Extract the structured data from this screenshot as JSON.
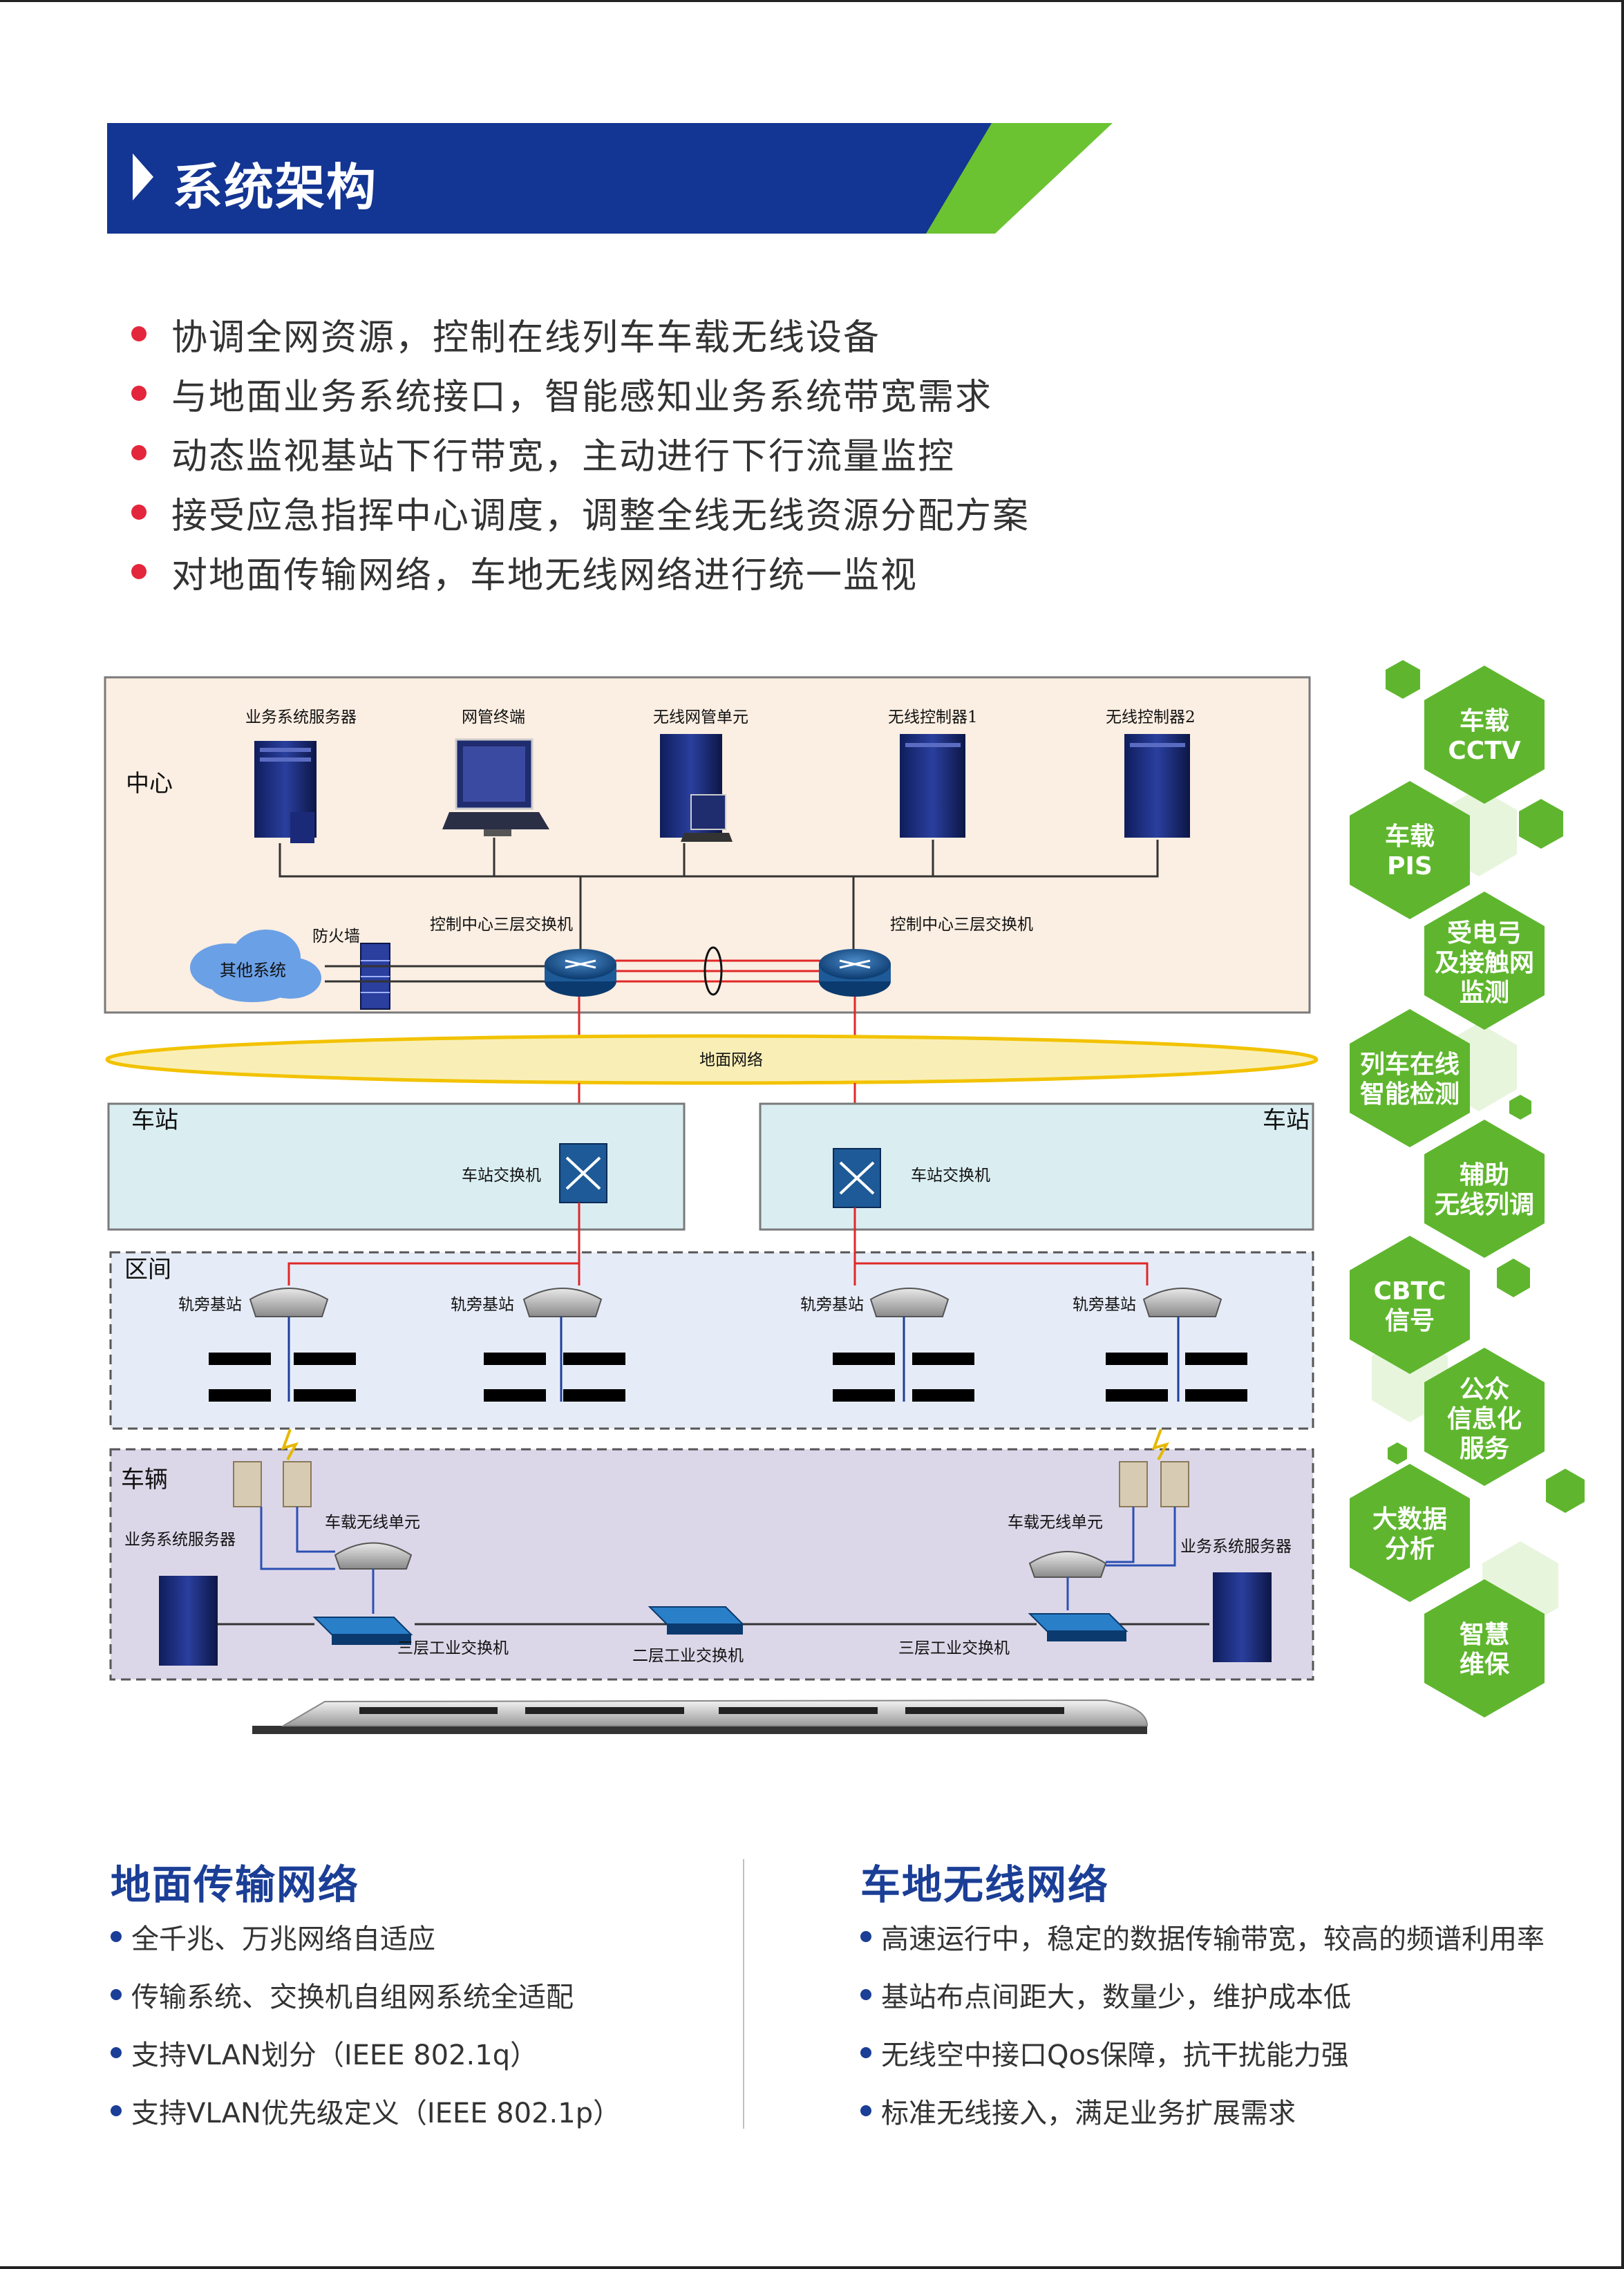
{
  "header": {
    "title": "系统架构",
    "colors": {
      "banner_blue": "#133593",
      "banner_green": "#6cc332",
      "bullet_red": "#e4263c"
    }
  },
  "intro_bullets": [
    "协调全网资源，控制在线列车车载无线设备",
    "与地面业务系统接口，智能感知业务系统带宽需求",
    "动态监视基站下行带宽，主动进行下行流量监控",
    "接受应急指挥中心调度，调整全线无线资源分配方案",
    "对地面传输网络，车地无线网络进行统一监视"
  ],
  "diagram": {
    "zones": {
      "center": "中心",
      "station_left": "车站",
      "station_right": "车站",
      "section": "区间",
      "vehicle": "车辆"
    },
    "center_devices": [
      "业务系统服务器",
      "网管终端",
      "无线网管单元",
      "无线控制器1",
      "无线控制器2"
    ],
    "other_systems": "其他系统",
    "firewall": "防火墙",
    "core_switch_left": "控制中心三层交换机",
    "core_switch_right": "控制中心三层交换机",
    "ground_network": "地面网络",
    "station_switch_left": "车站交换机",
    "station_switch_right": "车站交换机",
    "trackside_bs": [
      "轨旁基站",
      "轨旁基站",
      "轨旁基站",
      "轨旁基站"
    ],
    "vehicle_unit_left": "车载无线单元",
    "vehicle_unit_right": "车载无线单元",
    "vehicle_server_left": "业务系统服务器",
    "vehicle_server_right": "业务系统服务器",
    "l3_switch_left": "三层工业交换机",
    "l2_switch": "二层工业交换机",
    "l3_switch_right": "三层工业交换机"
  },
  "hexagons": [
    {
      "line1": "车载",
      "line2": "CCTV",
      "line3": ""
    },
    {
      "line1": "车载",
      "line2": "PIS",
      "line3": ""
    },
    {
      "line1": "受电弓",
      "line2": "及接触网",
      "line3": "监测"
    },
    {
      "line1": "列车在线",
      "line2": "智能检测",
      "line3": ""
    },
    {
      "line1": "辅助",
      "line2": "无线列调",
      "line3": ""
    },
    {
      "line1": "CBTC",
      "line2": "信号",
      "line3": ""
    },
    {
      "line1": "公众",
      "line2": "信息化",
      "line3": "服务"
    },
    {
      "line1": "大数据",
      "line2": "分析",
      "line3": ""
    },
    {
      "line1": "智慧",
      "line2": "维保",
      "line3": ""
    }
  ],
  "ground_network_section": {
    "title": "地面传输网络",
    "items": [
      "全千兆、万兆网络自适应",
      "传输系统、交换机自组网系统全适配",
      "支持VLAN划分（IEEE 802.1q）",
      "支持VLAN优先级定义（IEEE 802.1p）"
    ]
  },
  "wireless_network_section": {
    "title": "车地无线网络",
    "items": [
      "高速运行中，稳定的数据传输带宽，较高的频谱利用率",
      "基站布点间距大，数量少，维护成本低",
      "无线空中接口Qos保障，抗干扰能力强",
      "标准无线接入，满足业务扩展需求"
    ]
  }
}
